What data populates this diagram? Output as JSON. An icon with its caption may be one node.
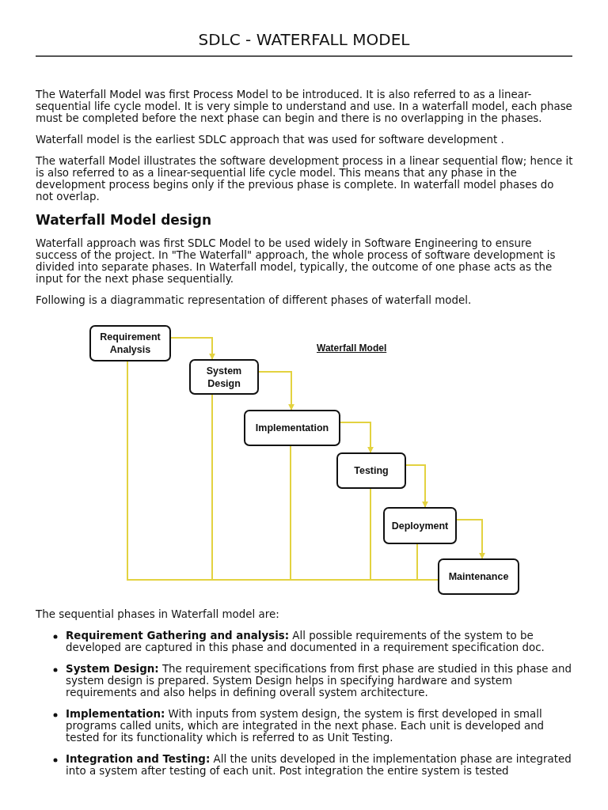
{
  "diagram": {
    "title": "SDLC - WATERFALL MODEL",
    "nodes": [
      {
        "text": [
          "Requirement Analysis"
        ]
      },
      {
        "text": [
          "System Design"
        ]
      },
      {
        "text": [
          "Implementation"
        ]
      },
      {
        "text": [
          "Testing"
        ]
      },
      {
        "text": [
          "Deployment"
        ]
      },
      {
        "text": [
          "Maintenance"
        ]
      }
    ],
    "edges": [
      {
        "from": 0,
        "to": 1,
        "arrow": "to"
      },
      {
        "from": 1,
        "to": 2,
        "arrow": "to"
      },
      {
        "from": 2,
        "to": 3,
        "arrow": "to"
      },
      {
        "from": 3,
        "to": 4,
        "arrow": "to"
      },
      {
        "from": 4,
        "to": 5,
        "arrow": "to"
      },
      {
        "from": 0,
        "to": 5,
        "arrow": "none"
      },
      {
        "from": 1,
        "to": 5,
        "arrow": "none"
      },
      {
        "from": 2,
        "to": 5,
        "arrow": "none"
      },
      {
        "from": 3,
        "to": 5,
        "arrow": "none"
      },
      {
        "from": 4,
        "to": 5,
        "arrow": "none"
      }
    ],
    "labels": [
      "The Waterfall Model was first Process Model to be introduced. It is also referred to as a linear-sequential life cycle model. It is very simple to understand and use. In a waterfall model, each phase must be completed before the next phase can begin and there is no overlapping in the phases.",
      "Waterfall model is the earliest SDLC approach that was used for software development .",
      "The waterfall Model illustrates the software development process in a linear sequential flow; hence it is also referred to as a linear-sequential life cycle model. This means that any phase in the development process begins only if the previous phase is complete. In waterfall model phases do not overlap.",
      "Waterfall Model design",
      "Waterfall approach was first SDLC Model to be used widely in Software Engineering to ensure success of the project. In \"The Waterfall\" approach, the whole process of software development is divided into separate phases. In Waterfall model, typically, the outcome of one phase acts as the input for the next phase sequentially.",
      "Following is a diagrammatic representation of different phases of waterfall model.",
      "Waterfall Model",
      "The sequential phases in Waterfall model are:",
      "**Requirement Gathering and analysis:** All possible requirements of the system to be developed are captured in this phase and documented in a requirement specification doc.",
      "**System Design:** The requirement specifications from first phase are studied in this phase and system design is prepared. System Design helps in specifying hardware and system requirements and also helps in defining overall system architecture.",
      "**Implementation:** With inputs from system design, the system is first developed in small programs called units, which are integrated in the next phase. Each unit is developed and tested for its functionality which is referred to as Unit Testing.",
      "**Integration and Testing:** All the units developed in the implementation phase are integrated into a system after testing of each unit. Post integration the entire system is tested"
    ]
  }
}
